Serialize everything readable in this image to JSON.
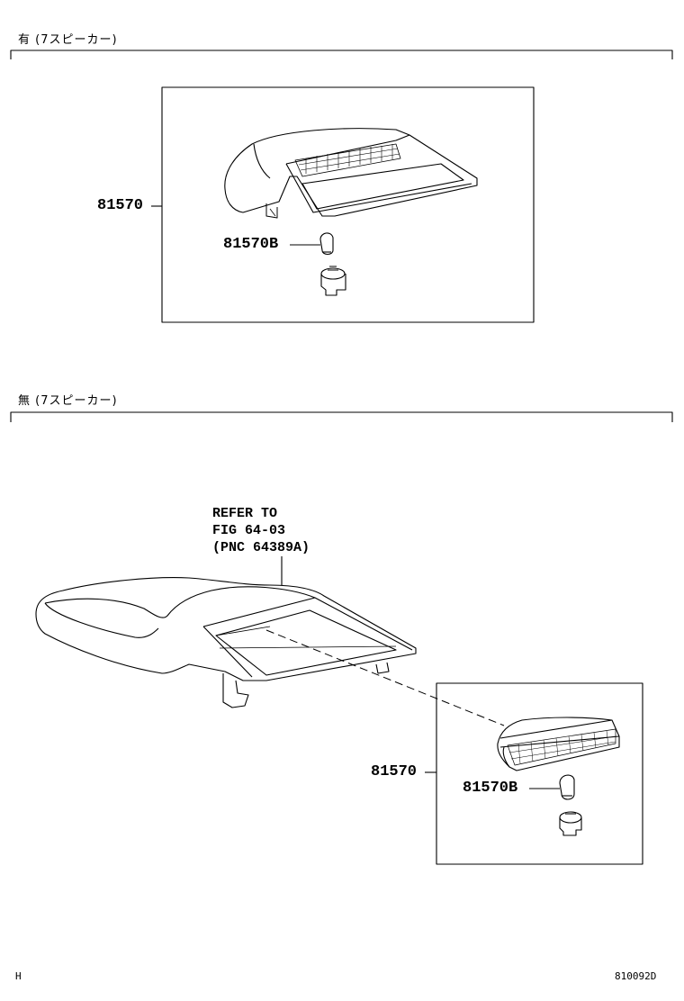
{
  "sections": [
    {
      "heading": "有 (7スピーカー)",
      "part_main": "81570",
      "part_bulb": "81570B"
    },
    {
      "heading": "無 (7スピーカー)",
      "part_main": "81570",
      "part_bulb": "81570B",
      "refer_note": "REFER TO\nFIG 64-03\n(PNC 64389A)"
    }
  ],
  "footer": {
    "left_code": "H",
    "figure_id": "810092D"
  }
}
